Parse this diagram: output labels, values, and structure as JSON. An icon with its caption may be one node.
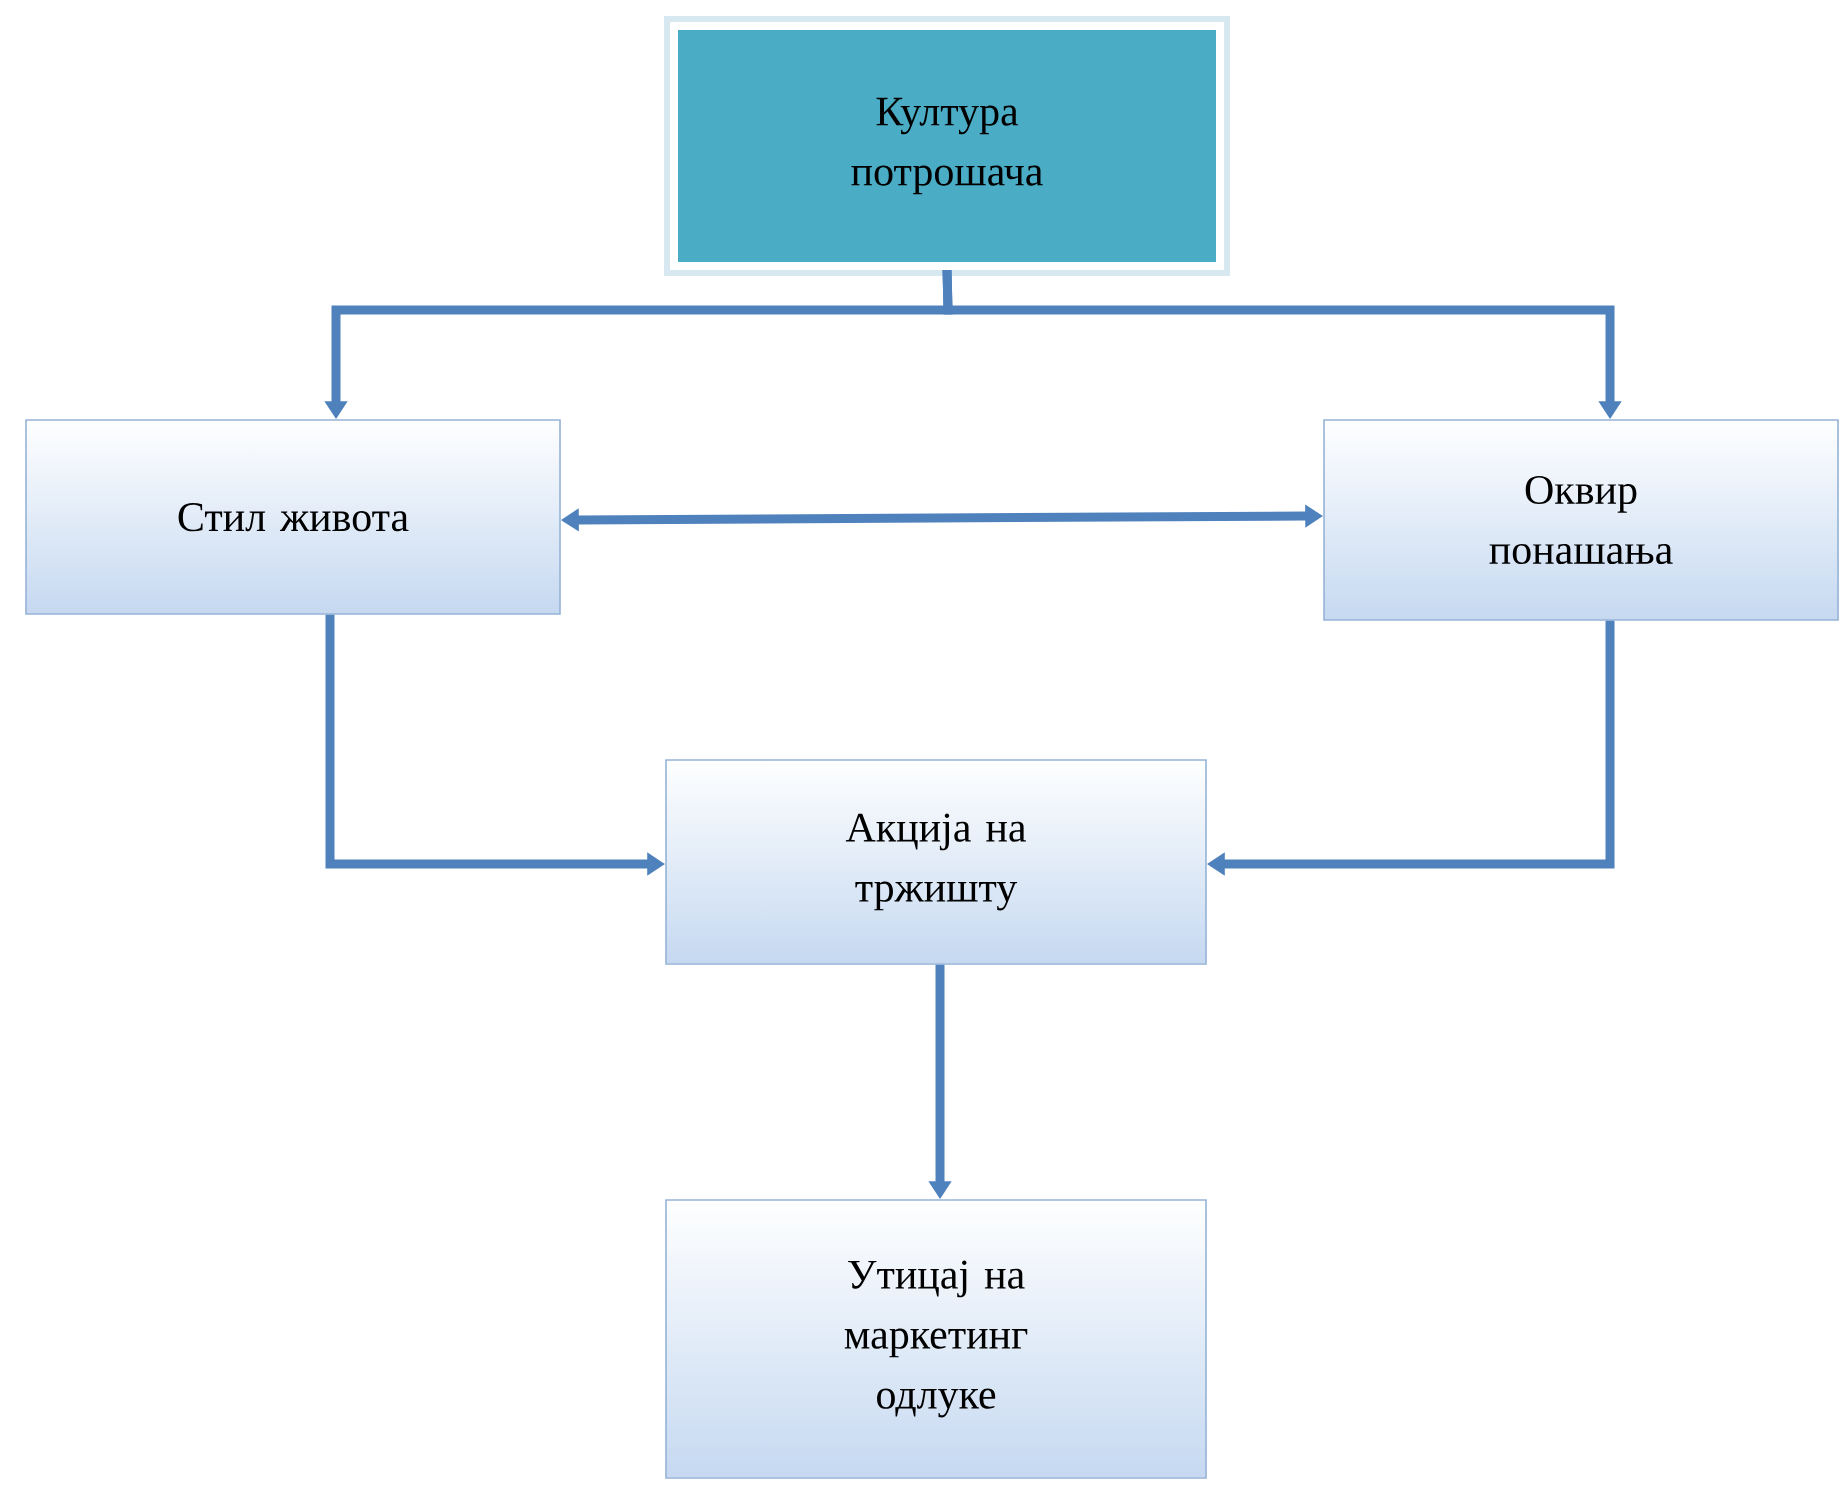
{
  "diagram": {
    "nodes": [
      {
        "text": [
          "Култура потрошача"
        ]
      },
      {
        "text": [
          "Стил живота"
        ]
      },
      {
        "text": [
          "Оквир понашања"
        ]
      },
      {
        "text": [
          "Акција на тржишту"
        ]
      },
      {
        "text": [
          "Утицај на маркетинг одлуке"
        ]
      }
    ],
    "edges": [
      {
        "from": 0,
        "to": 1,
        "arrow": "to"
      },
      {
        "from": 0,
        "to": 2,
        "arrow": "to"
      },
      {
        "from": 1,
        "to": 2,
        "arrow": "both"
      },
      {
        "from": 1,
        "to": 3,
        "arrow": "to"
      },
      {
        "from": 2,
        "to": 3,
        "arrow": "to"
      },
      {
        "from": 3,
        "to": 4,
        "arrow": "to"
      }
    ]
  }
}
